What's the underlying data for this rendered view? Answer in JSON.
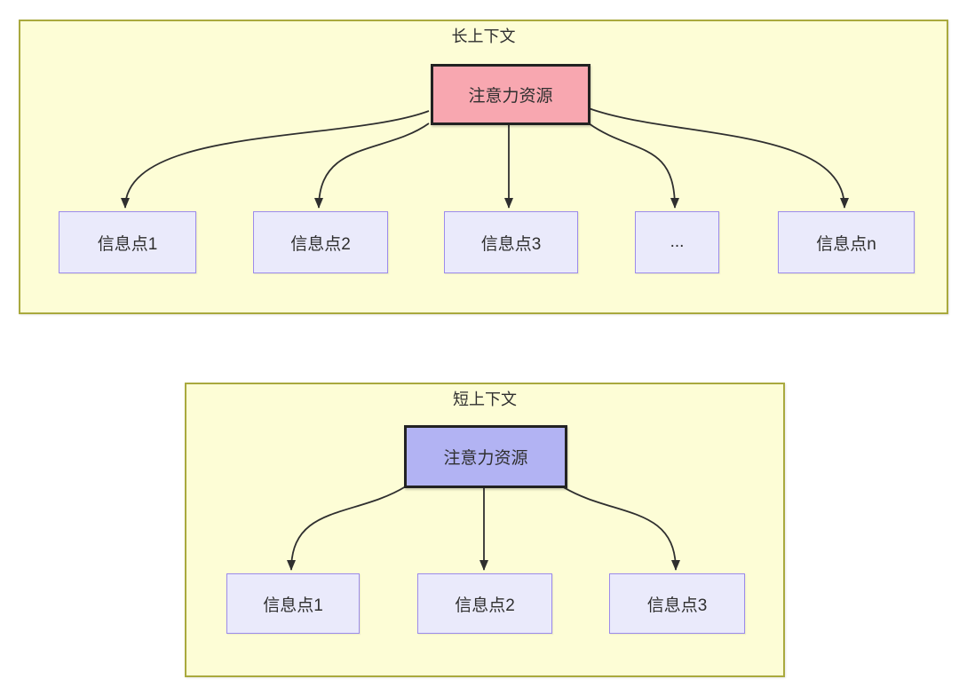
{
  "colors": {
    "panel_bg": "#FDFDD6",
    "panel_border": "#A9A93E",
    "long_source_fill": "#F8A7B0",
    "short_source_fill": "#B2B3F3",
    "source_border": "#222222",
    "target_fill": "#EAEAFB",
    "target_border": "#9C8BEB",
    "arrow": "#2F2F2F",
    "text": "#2F2F2F"
  },
  "panels": [
    {
      "title": "长上下文",
      "source_label": "注意力资源",
      "targets": [
        "信息点1",
        "信息点2",
        "信息点3",
        "...",
        "信息点n"
      ]
    },
    {
      "title": "短上下文",
      "source_label": "注意力资源",
      "targets": [
        "信息点1",
        "信息点2",
        "信息点3"
      ]
    }
  ]
}
